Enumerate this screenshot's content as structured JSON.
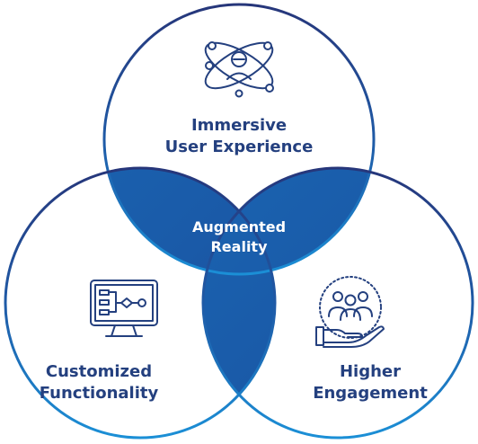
{
  "colors": {
    "dark_blue": "#24407f",
    "mid_blue": "#1b67b2",
    "light_blue": "#1b8fd6",
    "center_text": "#ffffff"
  },
  "circles": {
    "top": {
      "line1": "Immersive",
      "line2": "User Experience",
      "icon": "user-atom-icon"
    },
    "left": {
      "line1": "Customized",
      "line2": "Functionality",
      "icon": "monitor-flowchart-icon"
    },
    "right": {
      "line1": "Higher",
      "line2": "Engagement",
      "icon": "hand-holding-people-icon"
    }
  },
  "center": {
    "line1": "Augmented",
    "line2": "Reality"
  }
}
